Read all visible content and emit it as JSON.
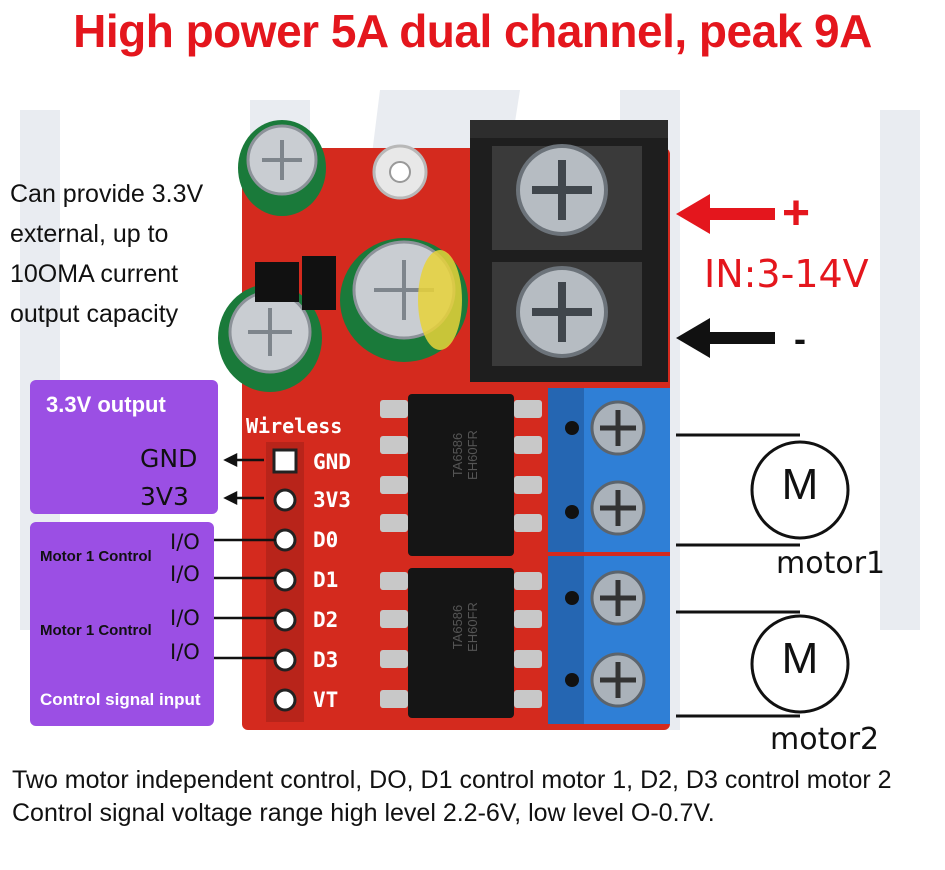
{
  "title": "High power 5A dual channel, peak 9A",
  "left_note": [
    "Can provide 3.3V",
    "external, up to",
    "10OMA current",
    "output capacity"
  ],
  "output_box": {
    "title": "3.3V output",
    "gnd_label": "GND",
    "v33_label": "3V3"
  },
  "control_box": {
    "motor1_control": "Motor 1 Control",
    "motor2_control": "Motor 1 Control",
    "io_labels": [
      "I/O",
      "I/O",
      "I/O",
      "I/O"
    ],
    "footer": "Control signal input"
  },
  "board": {
    "wireless_label": "Wireless",
    "pins": [
      "GND",
      "3V3",
      "D0",
      "D1",
      "D2",
      "D3",
      "VT"
    ],
    "chip_text": "TA6586 EH60FR"
  },
  "power": {
    "plus": "+",
    "minus": "-",
    "input_range": "IN:3-14V"
  },
  "motors": {
    "symbol": "M",
    "motor1_label": "motor1",
    "motor2_label": "motor2"
  },
  "bottom_text": "Two motor independent control, DO, D1 control motor 1, D2, D3 control motor 2 Control signal voltage range high level 2.2-6V, low level O-0.7V.",
  "colors": {
    "title_red": "#e4161d",
    "pcb_red": "#d42a1e",
    "purple": "#9b4fe4",
    "terminal_blue": "#2f7fd6"
  }
}
